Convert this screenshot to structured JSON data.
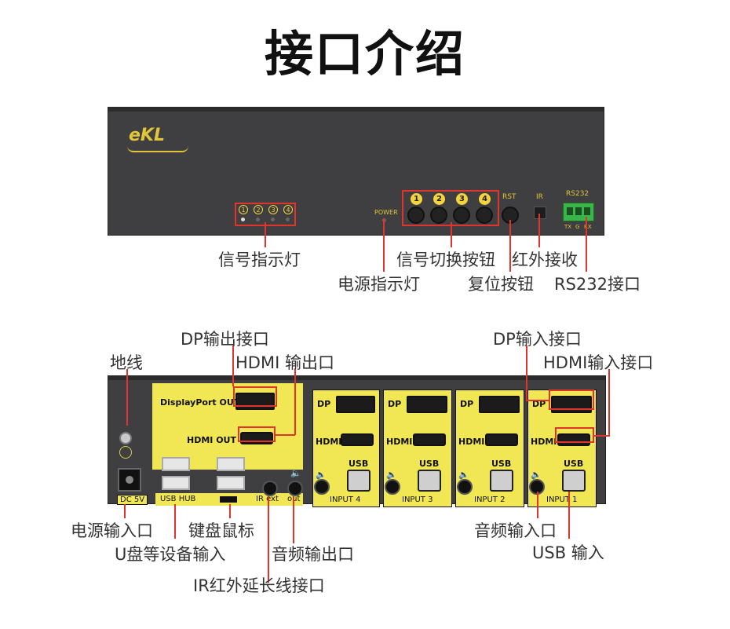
{
  "title": "接口介绍",
  "front_panel": {
    "logo": "eKL",
    "power_label": "POWER",
    "led_numbers": [
      "1",
      "2",
      "3",
      "4"
    ],
    "button_numbers": [
      "1",
      "2",
      "3",
      "4"
    ],
    "rst_label": "RST",
    "ir_label": "IR",
    "rs232_label": "RS232",
    "rs232_pins": [
      "TX",
      "G",
      "RX"
    ]
  },
  "front_annotations": {
    "signal_led": "信号指示灯",
    "power_led": "电源指示灯",
    "switch_buttons": "信号切换按钮",
    "ir_receiver": "红外接收",
    "reset_button": "复位按钮",
    "rs232_port": "RS232接口"
  },
  "rear_panel": {
    "displayport_out": "DisplayPort OUT",
    "hdmi_out": "HDMI OUT",
    "usb_hub": "USB HUB",
    "ir_ext": "IR ext",
    "out": "out",
    "dc": "DC 5V",
    "dp": "DP",
    "hdmi": "HDMI",
    "usb": "USB",
    "inputs": [
      "INPUT 4",
      "INPUT 3",
      "INPUT 2",
      "INPUT 1"
    ]
  },
  "rear_annotations": {
    "dp_out_port": "DP输出接口",
    "hdmi_out_port": "HDMI 输出口",
    "ground": "地线",
    "dp_in_port": "DP输入接口",
    "hdmi_in_port": "HDMI输入接口",
    "power_input": "电源输入口",
    "usb_device_input": "U盘等设备输入",
    "keyboard_mouse": "键盘鼠标",
    "audio_output": "音频输出口",
    "ir_ext_port": "IR红外延长线接口",
    "audio_input": "音频输入口",
    "usb_input": "USB 输入"
  },
  "colors": {
    "panel": "#3f3f41",
    "accent_yellow": "#f1e654",
    "annotation_line": "#e0342c"
  }
}
